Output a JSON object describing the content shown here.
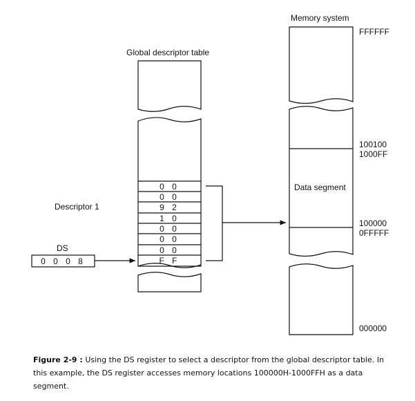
{
  "diagram": {
    "gdt_title": "Global descriptor table",
    "memory_title": "Memory system",
    "descriptor_label": "Descriptor 1",
    "ds_label": "DS",
    "ds_value": "0 0 0 8",
    "descriptor_bytes": [
      "0 0",
      "0 0",
      "9 2",
      "1 0",
      "0 0",
      "0 0",
      "0 0",
      "F F"
    ],
    "data_segment_label": "Data segment",
    "addresses": {
      "top": "FFFFFF",
      "seg_end_upper": "100100",
      "seg_end": "1000FF",
      "seg_start": "100000",
      "below_seg": "0FFFFF",
      "bottom": "000000"
    }
  },
  "caption": {
    "figure_label": "Figure 2-9 :",
    "text": "Using the DS register to select a descriptor from the global descriptor table. In this example, the DS register accesses memory locations 100000H-1000FFH as a data segment."
  }
}
